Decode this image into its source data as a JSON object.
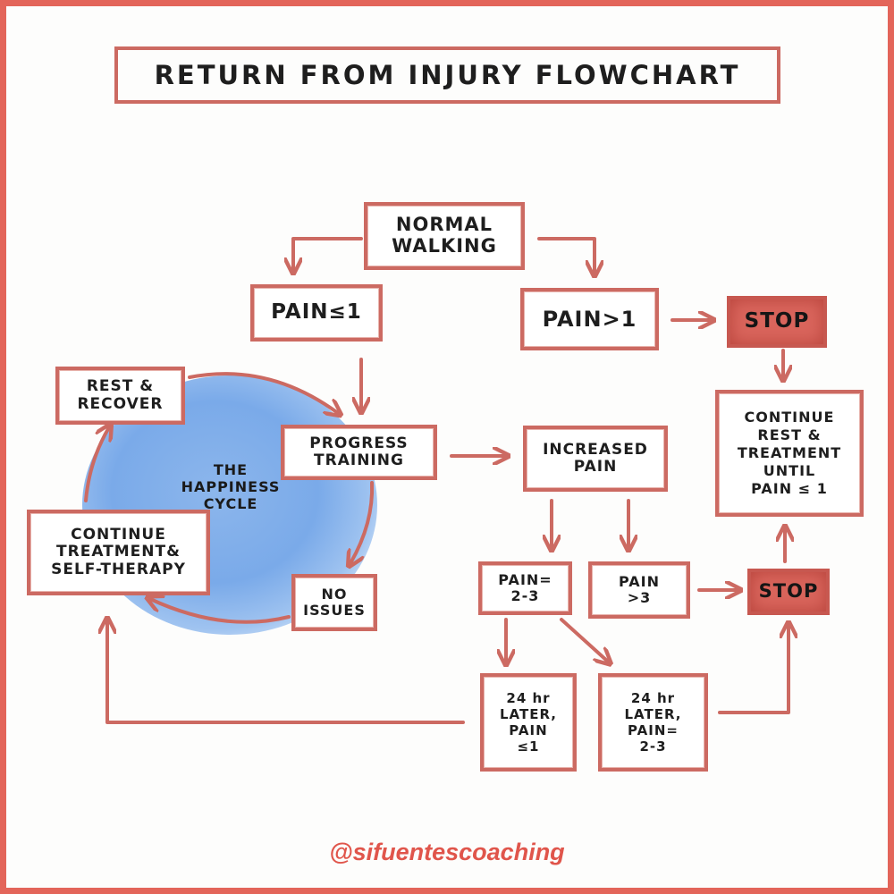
{
  "title": "RETURN FROM INJURY FLOWCHART",
  "cycle_label": "THE\nHAPPINESS\nCYCLE",
  "nodes": {
    "normal_walking": "NORMAL\nWALKING",
    "pain_le_1": "PAIN≤1",
    "pain_gt_1": "PAIN>1",
    "stop_top": "STOP",
    "rest_recover": "REST &\nRECOVER",
    "progress_training": "PROGRESS\nTRAINING",
    "increased_pain": "INCREASED\nPAIN",
    "continue_rest": "CONTINUE\nREST &\nTREATMENT\nUNTIL\nPAIN ≤ 1",
    "continue_treatment": "CONTINUE\nTREATMENT&\nSELF-THERAPY",
    "no_issues": "NO\nISSUES",
    "pain_2_3": "PAIN=\n2-3",
    "pain_gt_3": "PAIN\n>3",
    "stop_bottom": "STOP",
    "later_le_1": "24 hr\nLATER,\nPAIN\n≤1",
    "later_2_3": "24 hr\nLATER,\nPAIN=\n2-3"
  },
  "footer": "@sifuentescoaching",
  "colors": {
    "border": "#cc6a62",
    "stop_fill": "#d9655c",
    "cycle_blue": "#7aaae9",
    "footer_red": "#e0554b"
  }
}
